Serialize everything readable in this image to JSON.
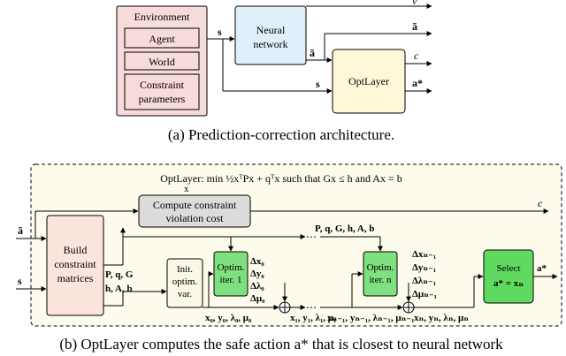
{
  "part_a": {
    "environment": {
      "title": "Environment",
      "agent": "Agent",
      "world": "World",
      "constraint_line1": "Constraint",
      "constraint_line2": "parameters"
    },
    "neural_network_line1": "Neural",
    "neural_network_line2": "network",
    "optlayer": "OptLayer",
    "signals": {
      "s_top": "s",
      "s_bottom": "s",
      "a_tilde_left": "ã",
      "v": "v",
      "a_tilde_right": "ã",
      "c": "c",
      "a_star": "a*"
    },
    "caption": "(a)  Prediction-correction architecture."
  },
  "part_b": {
    "header": "OptLayer:  min  ½xᵀPx + qᵀx  such that  Gx ≤ h  and  Ax = b",
    "header_min_sub": "x",
    "violation_line1": "Compute constraint",
    "violation_line2": "violation cost",
    "build_line1": "Build",
    "build_line2": "constraint",
    "build_line3": "matrices",
    "matrices_line1": "P, q, G",
    "matrices_line2": "h, A, b",
    "init_line1": "Init.",
    "init_line2": "optim.",
    "init_line3": "var.",
    "iter1_line1": "Optim.",
    "iter1_line2": "iter. 1",
    "itern_line1": "Optim.",
    "itern_line2": "iter. n",
    "select_line1": "Select",
    "select_line2": "a* = xₙ",
    "params_label": "P, q, G, h, A, b",
    "dots": "⋯",
    "delta0": [
      "Δx₀",
      "Δy₀",
      "Δλ₀",
      "Δμ₀"
    ],
    "deltan": [
      "Δxₙ₋₁",
      "Δyₙ₋₁",
      "Δλₙ₋₁",
      "Δμₙ₋₁"
    ],
    "vars0": "x₀, y₀, λ₀, μ₀",
    "vars1": "x₁, y₁, λ₁, μ₁",
    "varsn1": "xₙ₋₁, yₙ₋₁, λₙ₋₁, μₙ₋₁",
    "varsn": "xₙ, yₙ, λₙ, μₙ",
    "input_a": "ã",
    "input_s": "s",
    "output_c": "c",
    "output_a": "a*",
    "caption": "(b)  OptLayer computes the safe action a* that is closest to neural network"
  },
  "colors": {
    "environment_fill": "#f7dada",
    "box_fill_blue": "#dff0fb",
    "box_fill_yellow": "#fff8d8",
    "panel_fill": "#fdfbec",
    "violation_fill": "#dcdcdc",
    "build_fill": "#fbe4dc",
    "init_fill": "#fbf7e6",
    "optim_fill": "#7fe07f",
    "select_fill": "#5fd95f",
    "plus_fill": "#ffffff"
  }
}
